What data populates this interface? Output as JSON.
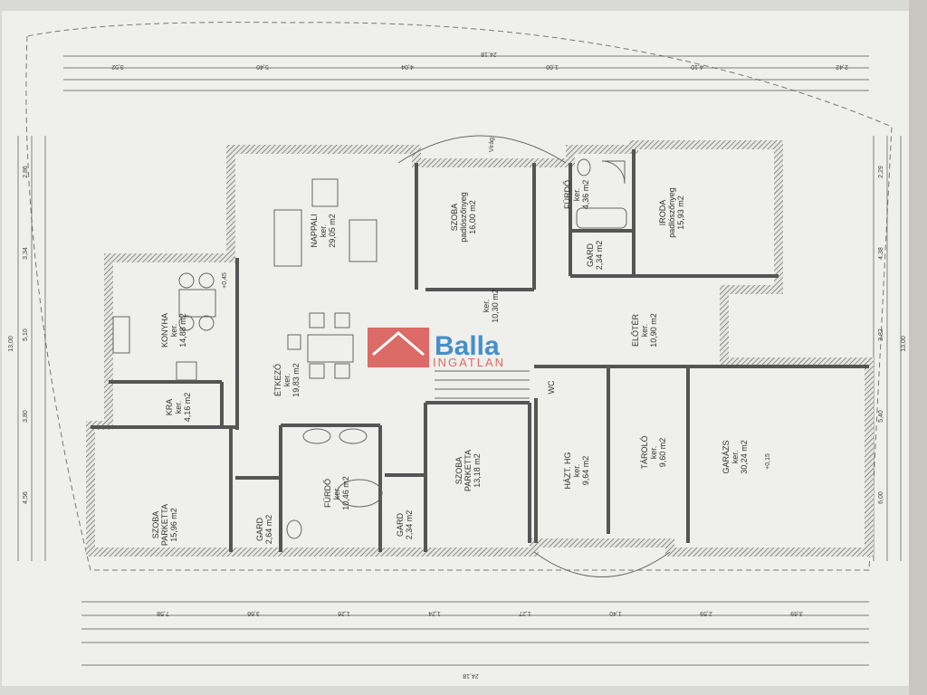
{
  "plan": {
    "rooms": [
      {
        "name": "NAPPALI",
        "floor": "ker.",
        "area": "29,05 m2"
      },
      {
        "name": "KONYHA",
        "floor": "ker.",
        "area": "14,88 m2"
      },
      {
        "name": "ÉTKEZŐ",
        "floor": "ker.",
        "area": "19,83 m2"
      },
      {
        "name": "KRA",
        "floor": "ker.",
        "area": "4,16 m2"
      },
      {
        "name": "SZOBA",
        "floor": "PARKETTA",
        "area": "15,96 m2"
      },
      {
        "name": "GARD",
        "floor": "",
        "area": "2,64 m2"
      },
      {
        "name": "FÜRDŐ",
        "floor": "ker.",
        "area": "10,46 m2"
      },
      {
        "name": "GARD",
        "floor": "",
        "area": "2,34 m2"
      },
      {
        "name": "SZOBA",
        "floor": "PARKETTA",
        "area": "13,18 m2"
      },
      {
        "name": "SZOBA",
        "floor": "padlószőnyeg",
        "area": "16,00 m2"
      },
      {
        "name": "",
        "floor": "ker.",
        "area": "10,30 m2"
      },
      {
        "name": "FÜRDŐ",
        "floor": "ker.",
        "area": "4,36 m2"
      },
      {
        "name": "GARD",
        "floor": "",
        "area": "2,34 m2"
      },
      {
        "name": "IRODA",
        "floor": "padlószőnyeg",
        "area": "15,93 m2"
      },
      {
        "name": "ELŐTÉR",
        "floor": "ker.",
        "area": "10,90 m2"
      },
      {
        "name": "HÁZT. HG",
        "floor": "ker.",
        "area": "9,64 m2"
      },
      {
        "name": "TÁROLÓ",
        "floor": "ker.",
        "area": "9,60 m2"
      },
      {
        "name": "GARÁZS",
        "floor": "ker.",
        "area": "30,24 m2"
      },
      {
        "name": "WC",
        "floor": "",
        "area": ""
      }
    ],
    "levels": {
      "main": "+0,45",
      "garage": "+0,15"
    },
    "dimensions": {
      "total_width": "24,18",
      "total_depth": "13,00",
      "top_row": [
        "3,52",
        "5,40",
        "4,04",
        "1,60",
        "4,10",
        "2,42"
      ],
      "bottom_row": [
        "7,58",
        "3,66",
        "1,26",
        "1,24",
        "1,27",
        "1,40",
        "2,59",
        "3,69"
      ],
      "left_col": [
        "2,86",
        "3,34",
        "5,10",
        "3,80",
        "4,56"
      ],
      "right_col": [
        "2,29",
        "4,38",
        "3,82",
        "5,40",
        "6,00"
      ],
      "annotation": "Virág"
    }
  },
  "watermark": {
    "brand": "Balla",
    "sub": "INGATLAN"
  },
  "colors": {
    "paper": "#f1f1ee",
    "wall": "#555555",
    "brand_red": "#d9534f",
    "brand_blue": "#2a7fc1"
  }
}
